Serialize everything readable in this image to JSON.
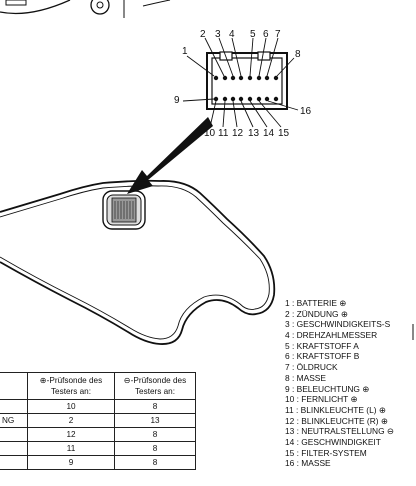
{
  "pin_numbers": [
    "1",
    "2",
    "3",
    "4",
    "5",
    "6",
    "7",
    "8",
    "9",
    "10",
    "11",
    "12",
    "13",
    "14",
    "15",
    "16"
  ],
  "legend": [
    "1 : BATTERIE ⊕",
    "2 : ZÜNDUNG ⊕",
    "3 : GESCHWINDIGKEITS-S",
    "4 : DREHZAHLMESSER",
    "5 : KRAFTSTOFF A",
    "6 : KRAFTSTOFF B",
    "7 : ÖLDRUCK",
    "8 : MASSE",
    "9 : BELEUCHTUNG ⊕",
    "10 : FERNLICHT ⊕",
    "11 : BLINKLEUCHTE (L) ⊕",
    "12 : BLINKLEUCHTE (R) ⊕",
    "13 : NEUTRALSTELLUNG ⊖",
    "14 : GESCHWINDIGKEIT",
    "15 : FILTER-SYSTEM",
    "16 : MASSE"
  ],
  "table": {
    "header": [
      "",
      "⊕-Prüfsonde des Testers an:",
      "⊖-Prüfsonde des Testers an:"
    ],
    "rows": [
      [
        "",
        "10",
        "8"
      ],
      [
        "NG",
        "2",
        "13"
      ],
      [
        "",
        "12",
        "8"
      ],
      [
        "",
        "11",
        "8"
      ],
      [
        "",
        "9",
        "8"
      ]
    ]
  }
}
